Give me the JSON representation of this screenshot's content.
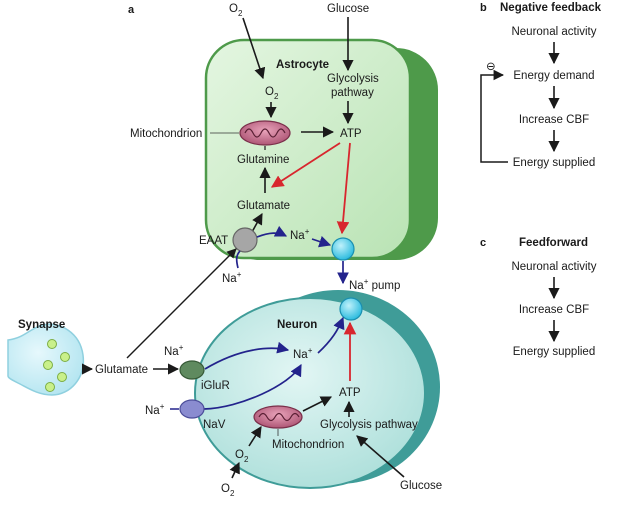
{
  "panels": {
    "a": "a",
    "b": "b",
    "c": "c"
  },
  "panel_a": {
    "o2_top": "O",
    "o2_top_sub": "2",
    "glucose_top": "Glucose",
    "astrocyte_title": "Astrocyte",
    "astro_o2": "O",
    "astro_o2_sub": "2",
    "glycolysis_line1": "Glycolysis",
    "glycolysis_line2": "pathway",
    "mitochondrion_label": "Mitochondrion",
    "astro_atp": "ATP",
    "glutamine": "Glutamine",
    "glutamate_astro": "Glutamate",
    "eaat": "EAAT",
    "na_astro": "Na",
    "na_astro_sup": "+",
    "na_eaat_in": "Na",
    "na_eaat_in_sup": "+",
    "na_pump": "Na",
    "na_pump_sup": "+",
    "na_pump_suffix": " pump",
    "synapse": "Synapse",
    "glutamate_syn": "Glutamate",
    "na_iglur": "Na",
    "na_iglur_sup": "+",
    "iglur": "iGluR",
    "na_nav": "Na",
    "na_nav_sup": "+",
    "nav": "NaV",
    "neuron_title": "Neuron",
    "na_neuron": "Na",
    "na_neuron_sup": "+",
    "neuron_atp": "ATP",
    "glycolysis_neuron": "Glycolysis pathway",
    "mitochondrion_neuron": "Mitochondrion",
    "neuron_o2": "O",
    "neuron_o2_sub": "2",
    "o2_bottom": "O",
    "o2_bottom_sub": "2",
    "glucose_bottom": "Glucose"
  },
  "panel_b": {
    "title": "Negative feedback",
    "minus_symbol": "⊖",
    "steps": [
      "Neuronal activity",
      "Energy demand",
      "Increase CBF",
      "Energy supplied"
    ]
  },
  "panel_c": {
    "title": "Feedforward",
    "steps": [
      "Neuronal activity",
      "Increase CBF",
      "Energy supplied"
    ]
  },
  "colors": {
    "astrocyte_fill": "#c9ecc6",
    "astrocyte_dark": "#4e9a4a",
    "neuron_fill": "#bfe8e4",
    "neuron_dark": "#3f9c98",
    "pump": "#35c6e6",
    "eaat": "#a6a6a6",
    "iglur": "#5f8a5f",
    "nav": "#8a8cd0",
    "mitochondrion": "#b8607d",
    "red_arrow": "#d8262e",
    "blue_arrow": "#23238c",
    "synapse": "#cfeff7",
    "vesicle": "#c9f08a"
  }
}
